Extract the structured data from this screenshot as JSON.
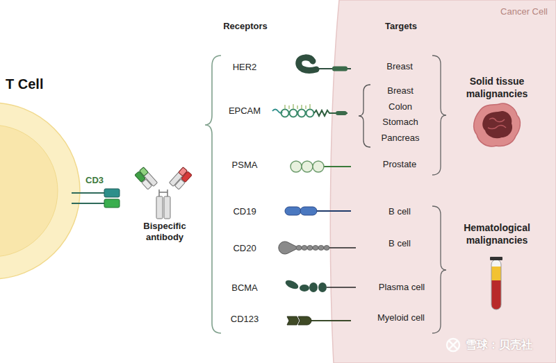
{
  "diagram": {
    "nodes": [
      {
        "text": [
          "T Cell"
        ]
      },
      {
        "text": [
          "Cancer Cell"
        ]
      }
    ],
    "labels": [
      "Receptors",
      "Targets",
      "HER2",
      "Breast",
      "EPCAM",
      "Breast",
      "Colon",
      "Stomach",
      "Pancreas",
      "PSMA",
      "Prostate",
      "Solid tissue malignancies",
      "CD3",
      "Bispecific antibody",
      "CD19",
      "B cell",
      "CD20",
      "B cell",
      "BCMA",
      "Plasma cell",
      "Hematological malignancies",
      "CD123",
      "Myeloid cell",
      "雪球：贝壳社"
    ]
  }
}
